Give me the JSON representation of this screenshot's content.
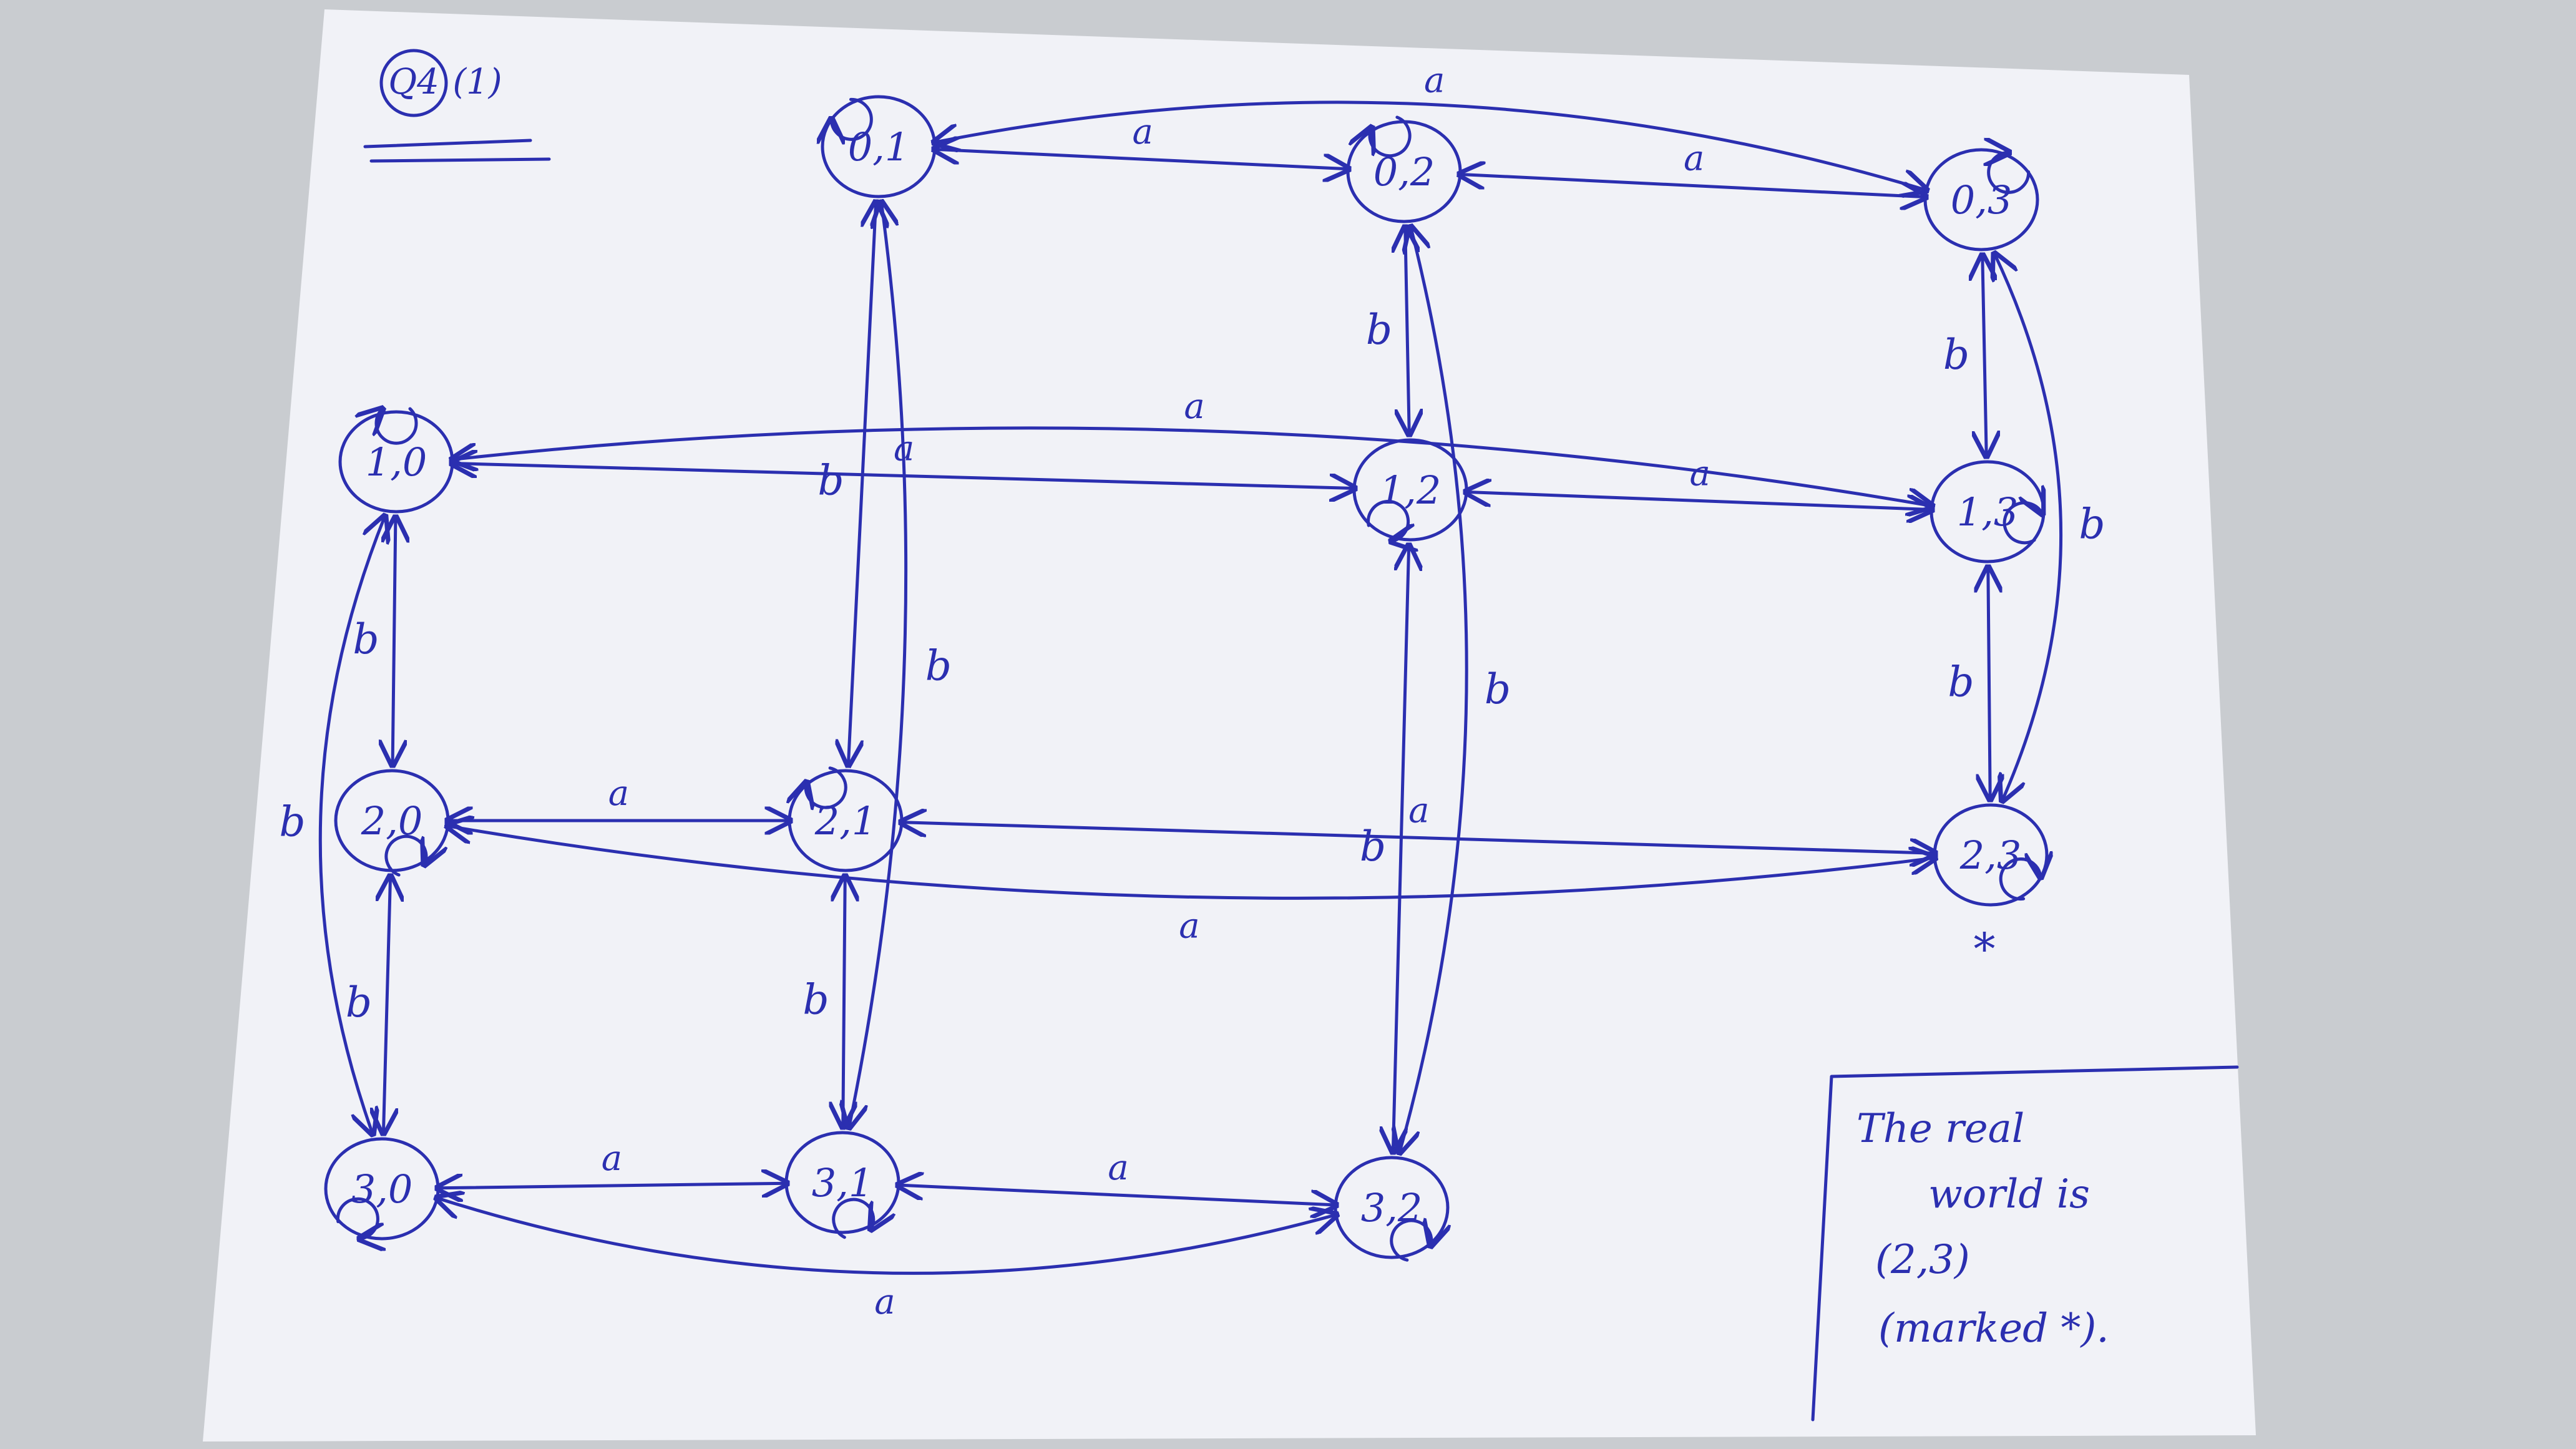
{
  "question_label": "Q4",
  "part_label": "(1)",
  "states": [
    {
      "id": "0,1",
      "label": "0,1"
    },
    {
      "id": "0,2",
      "label": "0,2"
    },
    {
      "id": "0,3",
      "label": "0,3"
    },
    {
      "id": "1,0",
      "label": "1,0"
    },
    {
      "id": "1,2",
      "label": "1,2"
    },
    {
      "id": "1,3",
      "label": "1,3"
    },
    {
      "id": "2,0",
      "label": "2,0"
    },
    {
      "id": "2,1",
      "label": "2,1"
    },
    {
      "id": "2,3",
      "label": "2,3"
    },
    {
      "id": "3,0",
      "label": "3,0"
    },
    {
      "id": "3,1",
      "label": "3,1"
    },
    {
      "id": "3,2",
      "label": "3,2"
    }
  ],
  "edges": [
    {
      "from": "0,1",
      "to": "0,2",
      "label": "a"
    },
    {
      "from": "0,2",
      "to": "0,3",
      "label": "a"
    },
    {
      "from": "0,1",
      "to": "0,3",
      "label": "a"
    },
    {
      "from": "1,0",
      "to": "1,2",
      "label": "a"
    },
    {
      "from": "1,2",
      "to": "1,3",
      "label": "a"
    },
    {
      "from": "1,0",
      "to": "1,3",
      "label": "a"
    },
    {
      "from": "2,0",
      "to": "2,1",
      "label": "a"
    },
    {
      "from": "2,1",
      "to": "2,3",
      "label": "a"
    },
    {
      "from": "2,0",
      "to": "2,3",
      "label": "a"
    },
    {
      "from": "3,0",
      "to": "3,1",
      "label": "a"
    },
    {
      "from": "3,1",
      "to": "3,2",
      "label": "a"
    },
    {
      "from": "3,0",
      "to": "3,2",
      "label": "a"
    },
    {
      "from": "1,0",
      "to": "2,0",
      "label": "b"
    },
    {
      "from": "2,0",
      "to": "3,0",
      "label": "b"
    },
    {
      "from": "1,0",
      "to": "3,0",
      "label": "b"
    },
    {
      "from": "0,1",
      "to": "2,1",
      "label": "b"
    },
    {
      "from": "2,1",
      "to": "3,1",
      "label": "b"
    },
    {
      "from": "0,1",
      "to": "3,1",
      "label": "b"
    },
    {
      "from": "0,2",
      "to": "1,2",
      "label": "b"
    },
    {
      "from": "1,2",
      "to": "3,2",
      "label": "b"
    },
    {
      "from": "0,2",
      "to": "3,2",
      "label": "b"
    },
    {
      "from": "0,3",
      "to": "1,3",
      "label": "b"
    },
    {
      "from": "1,3",
      "to": "2,3",
      "label": "b"
    },
    {
      "from": "0,3",
      "to": "2,3",
      "label": "b"
    }
  ],
  "marked_state": "2,3",
  "marked_symbol": "*",
  "note_lines": [
    "The real",
    "world is",
    "(2,3)",
    "(marked *)."
  ],
  "colors": {
    "ink": "#2b2fb0",
    "paper": "#f1f2f7",
    "background": "#c9ccd0"
  }
}
